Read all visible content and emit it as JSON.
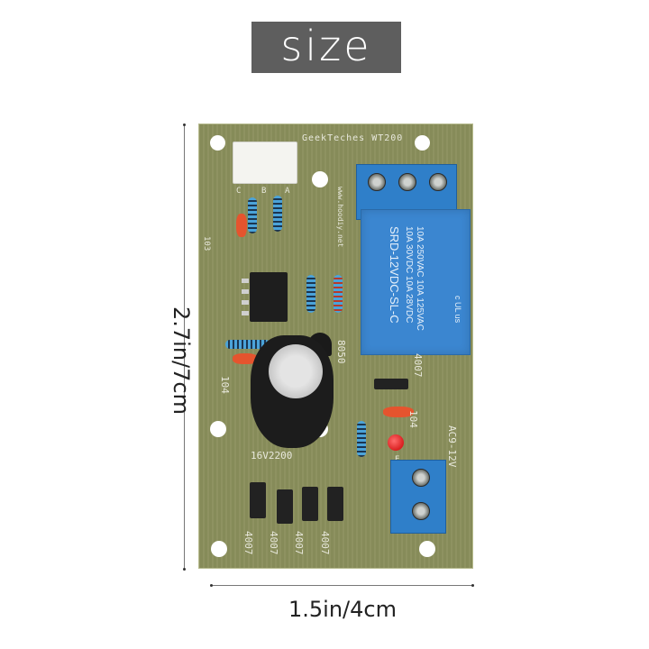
{
  "title": "size",
  "dimensions": {
    "height_label": "2.7in/7cm",
    "width_label": "1.5in/4cm"
  },
  "pcb": {
    "brand_text": "GeekTeches WT200",
    "website_text": "www.hoodiy.net",
    "connector_pins": [
      "C",
      "B",
      "A"
    ],
    "relay": {
      "model": "SRD-12VDC-SL-C",
      "rating_line1": "10A 250VAC  10A 125VAC",
      "rating_line2": "10A 30VDC  10A 28VDC",
      "cert": "c UL us"
    },
    "labels": {
      "cap_103": "103",
      "cap_104_left": "104",
      "cap_104_right": "104",
      "transistor": "8050",
      "diode_top": "4007",
      "elec_cap": "16V2200",
      "power": "AC9-12V",
      "led": "E",
      "diodes": [
        "4007",
        "4007",
        "4007",
        "4007"
      ]
    },
    "colors": {
      "board": "#8a8f5c",
      "relay_blue": "#3b86d0",
      "terminal_blue": "#2f7fc9",
      "led_red": "#d91f1f"
    }
  }
}
